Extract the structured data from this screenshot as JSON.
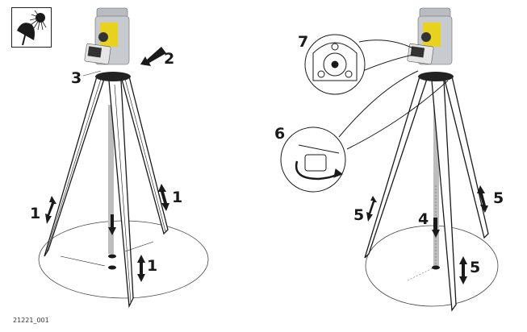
{
  "figure": {
    "id_label": "21221_001",
    "description": "Total station tripod setup: left panel shows extending legs and centering over point; right panel shows leveling via footscrews and circular level",
    "colors": {
      "instrument_yellow": "#e8d21e",
      "instrument_gray": "#b9bcc1",
      "line": "#1a1a1a",
      "laser_plumb": "#bdbdbd",
      "callout_text": "#1a1a1a"
    }
  },
  "icons": {
    "sun_shade": "sun-and-umbrella-icon"
  },
  "callouts": {
    "left": [
      {
        "label": "1",
        "meaning": "extend leg (left)"
      },
      {
        "label": "1",
        "meaning": "extend leg (right)"
      },
      {
        "label": "1",
        "meaning": "extend leg (front)"
      },
      {
        "label": "2",
        "meaning": "arrow pointing to instrument"
      },
      {
        "label": "3",
        "meaning": "tribrach / base"
      }
    ],
    "right": [
      {
        "label": "7",
        "meaning": "circular level detail"
      },
      {
        "label": "6",
        "meaning": "footscrew rotation detail"
      },
      {
        "label": "4",
        "meaning": "laser plumb to ground point"
      },
      {
        "label": "5",
        "meaning": "adjust leg (left)"
      },
      {
        "label": "5",
        "meaning": "adjust leg (right)"
      },
      {
        "label": "5",
        "meaning": "adjust leg (front)"
      }
    ]
  }
}
